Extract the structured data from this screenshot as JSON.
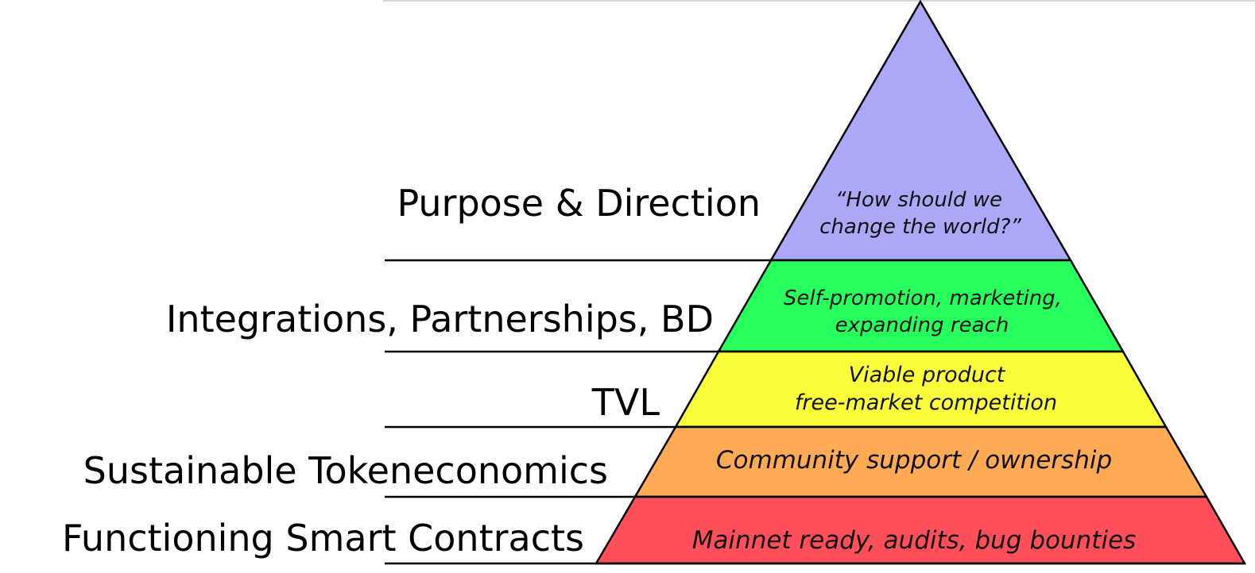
{
  "diagram": {
    "tiers": [
      {
        "label": "Purpose & Direction",
        "description": [
          "“How should we",
          "change the world?”"
        ],
        "color": "#aba8f8"
      },
      {
        "label": "Integrations, Partnerships, BD",
        "description": [
          "Self-promotion, marketing,",
          "expanding reach"
        ],
        "color": "#27ff5d"
      },
      {
        "label": "TVL",
        "description": [
          "Viable product",
          "free-market competition"
        ],
        "color": "#fbff3b"
      },
      {
        "label": "Sustainable Tokeneconomics",
        "description": [
          "Community support / ownership"
        ],
        "color": "#ffab55"
      },
      {
        "label": "Functioning Smart Contracts",
        "description": [
          "Mainnet ready, audits, bug bounties"
        ],
        "color": "#ff4f5a"
      }
    ]
  }
}
